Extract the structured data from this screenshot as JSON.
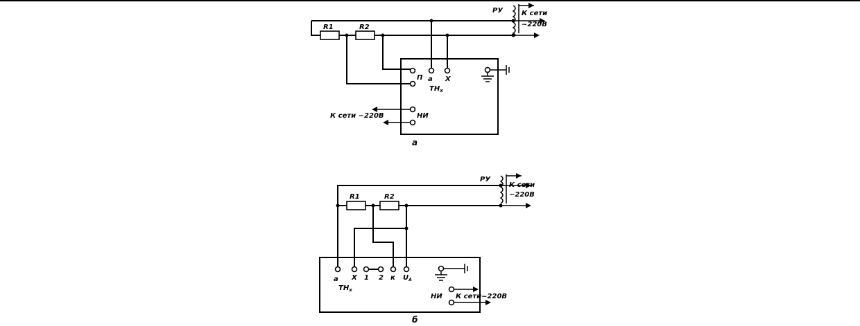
{
  "diagram_a": {
    "resistor1": "R1",
    "resistor2": "R2",
    "regulator": "РУ",
    "mains_top": "К сети",
    "mains_bottom": "~220В",
    "terminal_p": "П",
    "terminal_a": "а",
    "terminal_x": "Х",
    "device": "ТН",
    "device_sub": "x",
    "indicator": "НИ",
    "mains_out": "К сети ~220В",
    "caption": "а"
  },
  "diagram_b": {
    "resistor1": "R1",
    "resistor2": "R2",
    "regulator": "РУ",
    "mains_top": "К сети",
    "mains_bottom": "~220В",
    "terminal_a": "а",
    "terminal_x": "Х",
    "terminal_1": "1",
    "terminal_2": "2",
    "terminal_k": "к",
    "terminal_u": "U",
    "terminal_u_sub": "A",
    "device": "ТН",
    "device_sub": "x",
    "indicator": "НИ",
    "mains_out": "К сети~220В",
    "caption": "б"
  }
}
